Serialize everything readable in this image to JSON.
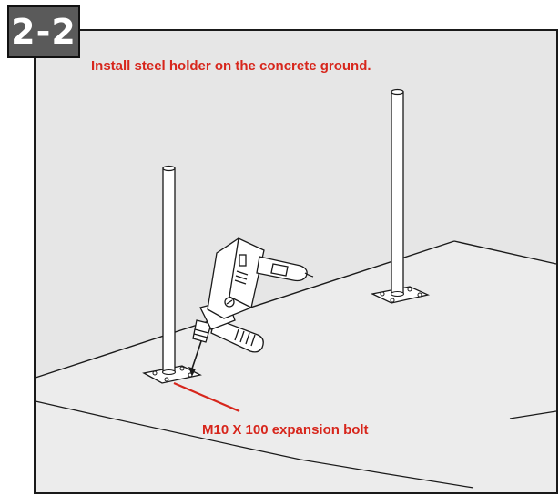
{
  "step": {
    "number": "2-2"
  },
  "instruction": "Install steel holder on the concrete ground.",
  "callout": {
    "label": "M10 X 100 expansion bolt"
  },
  "colors": {
    "accent_red": "#d7261c",
    "wall_gray": "#e6e6e6",
    "floor_gray": "#ececec",
    "badge_gray": "#5a5a5a",
    "outline": "#1a1a1a"
  },
  "icons": [
    "steel-post-icon",
    "electric-drill-icon",
    "base-plate-icon"
  ]
}
